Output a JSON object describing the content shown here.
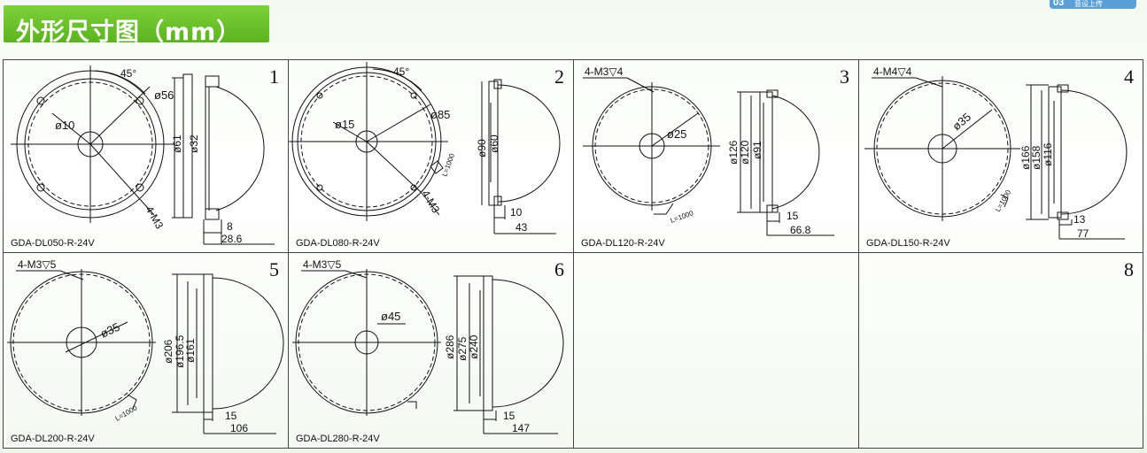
{
  "header": {
    "title": "外形尺寸图（mm）",
    "top_button": {
      "number": "03",
      "label": "意设上传"
    }
  },
  "cells": [
    {
      "number": "1",
      "model": "GDA-DL050-R-24V",
      "labels": {
        "angle": "45°",
        "pcd": "ø56",
        "center": "ø10",
        "mount": "4-M3",
        "d_outer": "ø61",
        "d_inner": "ø32",
        "depth_small": "8",
        "depth_total": "28.6"
      }
    },
    {
      "number": "2",
      "model": "GDA-DL080-R-24V",
      "labels": {
        "angle": "45°",
        "pcd": "ø85",
        "center": "ø15",
        "mount": "4-M3",
        "cable": "L=1000",
        "d_outer": "ø90",
        "d_inner": "ø60",
        "depth_small": "10",
        "depth_total": "43"
      }
    },
    {
      "number": "3",
      "model": "GDA-DL120-R-24V",
      "labels": {
        "mount": "4-M3▽4",
        "center": "ø25",
        "cable": "L=1000",
        "d1": "ø126",
        "d2": "ø120",
        "d3": "ø91",
        "depth_small": "15",
        "depth_total": "66.8"
      }
    },
    {
      "number": "4",
      "model": "GDA-DL150-R-24V",
      "labels": {
        "mount": "4-M4▽4",
        "center": "ø35",
        "cable": "L=1000",
        "d1": "ø166",
        "d2": "ø158",
        "d3": "ø116",
        "depth_small": "13",
        "depth_total": "77"
      }
    },
    {
      "number": "5",
      "model": "GDA-DL200-R-24V",
      "labels": {
        "mount": "4-M3▽5",
        "center": "ø35",
        "cable": "L=1000",
        "d1": "ø206",
        "d2": "ø196.5",
        "d3": "ø161",
        "depth_small": "15",
        "depth_total": "106"
      }
    },
    {
      "number": "6",
      "model": "GDA-DL280-R-24V",
      "labels": {
        "mount": "4-M3▽5",
        "center": "ø45",
        "d1": "ø286",
        "d2": "ø275",
        "d3": "ø240",
        "depth_small": "15",
        "depth_total": "147"
      }
    },
    {
      "number": "",
      "model": ""
    },
    {
      "number": "8",
      "model": ""
    }
  ]
}
